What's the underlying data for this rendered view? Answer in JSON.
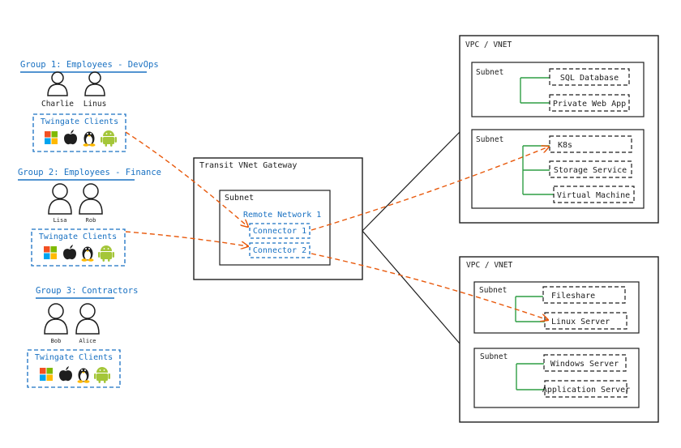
{
  "groups": [
    {
      "title": "Group 1: Employees - DevOps",
      "users": [
        "Charlie",
        "Linus"
      ],
      "clients_label": "Twingate Clients"
    },
    {
      "title": "Group 2: Employees - Finance",
      "users": [
        "Lisa",
        "Rob"
      ],
      "clients_label": "Twingate Clients"
    },
    {
      "title": "Group 3: Contractors",
      "users": [
        "Bob",
        "Alice"
      ],
      "clients_label": "Twingate Clients"
    }
  ],
  "client_icons": [
    "windows-icon",
    "apple-icon",
    "linux-icon",
    "android-icon"
  ],
  "gateway": {
    "title": "Transit VNet Gateway",
    "subnet": "Subnet",
    "remote_network": "Remote Network 1",
    "connectors": [
      "Connector 1",
      "Connector 2"
    ]
  },
  "vpcs": [
    {
      "title": "VPC / VNET",
      "subnets": [
        {
          "label": "Subnet",
          "resources": [
            "SQL Database",
            "Private Web App"
          ]
        },
        {
          "label": "Subnet",
          "resources": [
            "K8s",
            "Storage Service",
            "Virtual Machine"
          ]
        }
      ]
    },
    {
      "title": "VPC / VNET",
      "subnets": [
        {
          "label": "Subnet",
          "resources": [
            "Fileshare",
            "Linux Server"
          ]
        },
        {
          "label": "Subnet",
          "resources": [
            "Windows Server",
            "Application Server"
          ]
        }
      ]
    }
  ],
  "colors": {
    "ink": "#1e1e1e",
    "blue": "#1971c2",
    "orange": "#e8590c",
    "green": "#2f9e44",
    "windows_red": "#f25022",
    "windows_green": "#7fba00",
    "windows_blue": "#00a4ef",
    "windows_yellow": "#ffb900",
    "android": "#a4c639"
  }
}
